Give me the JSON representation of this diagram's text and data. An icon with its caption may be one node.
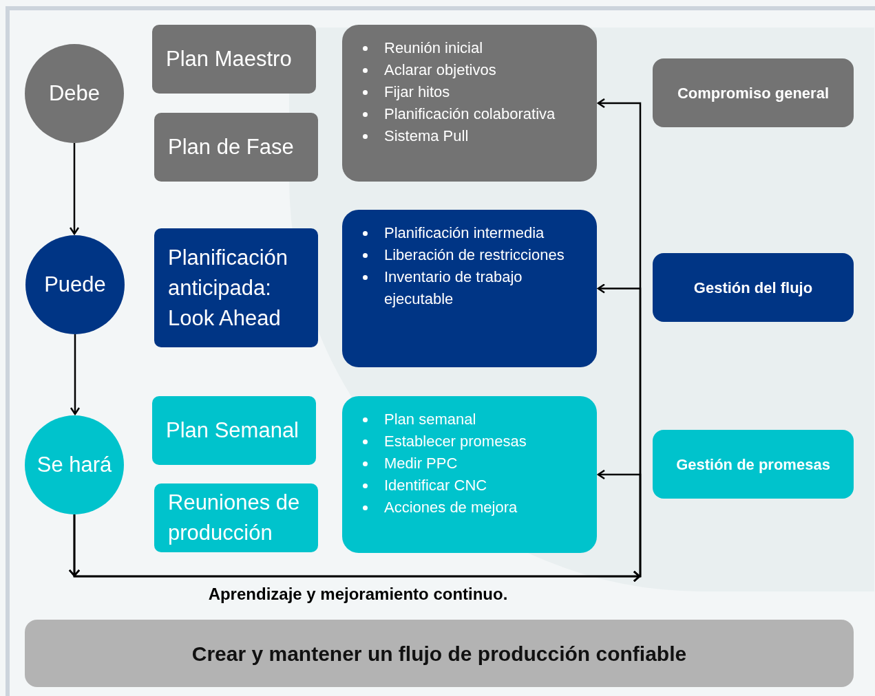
{
  "diagram": {
    "nodes": [
      {
        "text": [
          "Debe"
        ]
      },
      {
        "text": [
          "Plan Maestro"
        ]
      },
      {
        "text": [
          "Plan de Fase"
        ]
      },
      {
        "text": [
          "Reunión inicial",
          "Aclarar objetivos",
          "Fijar hitos",
          "Planificación colaborativa",
          "Sistema Pull"
        ]
      },
      {
        "text": [
          "Compromiso general"
        ]
      },
      {
        "text": [
          "Puede"
        ]
      },
      {
        "text": [
          "Planificación anticipada: Look Ahead"
        ]
      },
      {
        "text": [
          "Planificación intermedia",
          "Liberación de restricciones",
          "Inventario de trabajo ejecutable"
        ]
      },
      {
        "text": [
          "Gestión del flujo"
        ]
      },
      {
        "text": [
          "Se hará"
        ]
      },
      {
        "text": [
          "Plan Semanal"
        ]
      },
      {
        "text": [
          "Reuniones de producción"
        ]
      },
      {
        "text": [
          "Plan semanal",
          "Establecer promesas",
          "Medir PPC",
          "Identificar CNC",
          "Acciones de mejora"
        ]
      },
      {
        "text": [
          "Gestión de promesas"
        ]
      },
      {
        "text": [
          "Crear y mantener un flujo de producción confiable"
        ]
      }
    ],
    "edges": [
      {
        "from": 0,
        "to": 5,
        "arrow": "to"
      },
      {
        "from": 5,
        "to": 9,
        "arrow": "to"
      },
      {
        "from": 9,
        "to": 3,
        "arrow": "to"
      },
      {
        "from": 9,
        "to": 7,
        "arrow": "to"
      },
      {
        "from": 9,
        "to": 12,
        "arrow": "to"
      }
    ],
    "labels": [
      "Aprendizaje y mejoramiento continuo."
    ]
  }
}
